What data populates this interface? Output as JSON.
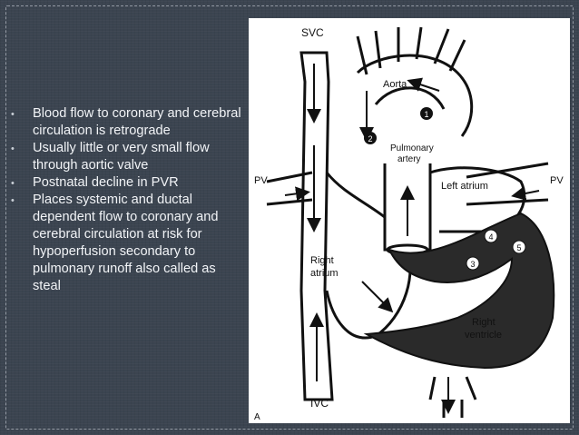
{
  "slide": {
    "bullets": [
      "Blood flow to coronary and cerebral circulation is retrograde",
      "Usually little or very small flow through aortic valve",
      "Postnatal decline in PVR",
      "Places systemic and ductal dependent flow to coronary and cerebral circulation at risk for hypoperfusion secondary to pulmonary runoff also called as steal"
    ],
    "bullet_glyph": "•"
  },
  "diagram": {
    "labels": {
      "svc": "SVC",
      "ivc": "IVC",
      "aorta": "Aorta",
      "pulmonary_artery_1": "Pulmonary",
      "pulmonary_artery_2": "artery",
      "pv_left": "PV",
      "pv_right": "PV",
      "left_atrium": "Left atrium",
      "right_atrium_1": "Right",
      "right_atrium_2": "atrium",
      "right_ventricle_1": "Right",
      "right_ventricle_2": "ventricle",
      "panel_letter": "A"
    },
    "markers": [
      "1",
      "2",
      "3",
      "4",
      "5"
    ]
  },
  "colors": {
    "background": "#3b4450",
    "text": "#f2f4f7",
    "figure_bg": "#ffffff",
    "ink": "#111111",
    "muscle": "#2a2a2a"
  }
}
